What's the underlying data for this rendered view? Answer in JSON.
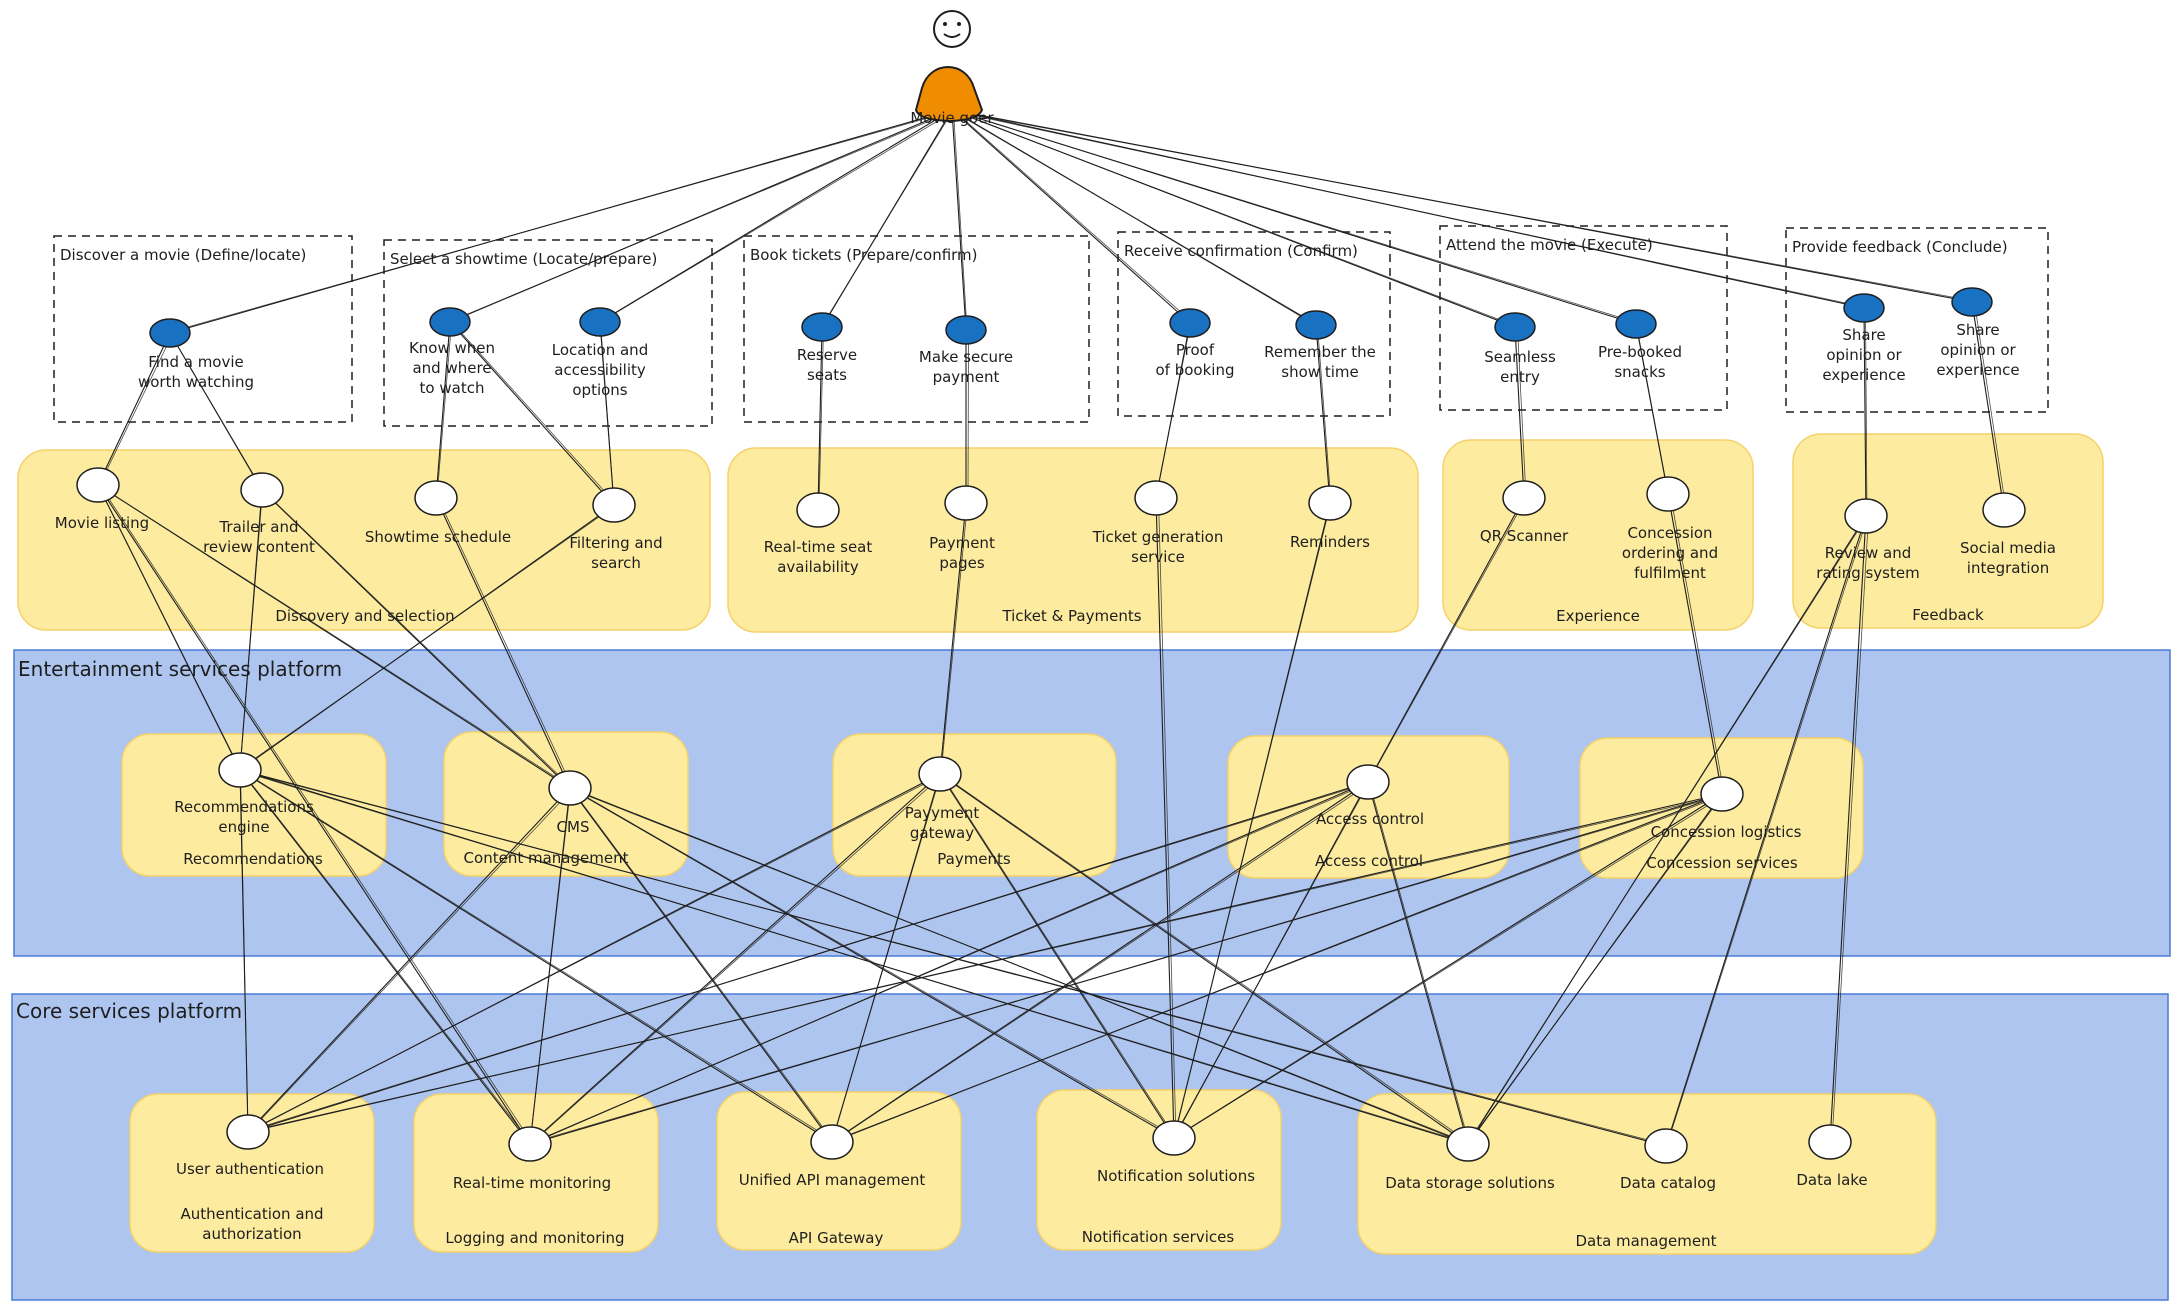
{
  "actor": {
    "label": "Movie goer"
  },
  "platforms": {
    "entertainment": "Entertainment services platform",
    "core": "Core services platform"
  },
  "journey": [
    {
      "id": "discover",
      "title": "Discover a movie (Define/locate)",
      "steps": [
        {
          "id": "find_movie",
          "label": "Find a movie\nworth watching"
        }
      ]
    },
    {
      "id": "showtime",
      "title": "Select a showtime (Locate/prepare)",
      "steps": [
        {
          "id": "know_when",
          "label": "Know when\nand where\nto watch"
        },
        {
          "id": "location_access",
          "label": "Location and\naccessibility\noptions"
        }
      ]
    },
    {
      "id": "book",
      "title": "Book tickets (Prepare/confirm)",
      "steps": [
        {
          "id": "reserve",
          "label": "Reserve\nseats"
        },
        {
          "id": "secure_pay",
          "label": "Make secure\npayment"
        }
      ]
    },
    {
      "id": "confirm",
      "title": "Receive confirmation (Confirm)",
      "steps": [
        {
          "id": "proof",
          "label": "Proof\nof booking"
        },
        {
          "id": "remember",
          "label": "Remember the\nshow time"
        }
      ]
    },
    {
      "id": "attend",
      "title": "Attend the movie (Execute)",
      "steps": [
        {
          "id": "seamless",
          "label": "Seamless\nentry"
        },
        {
          "id": "prebooked",
          "label": "Pre-booked\nsnacks"
        }
      ]
    },
    {
      "id": "feedback",
      "title": "Provide feedback (Conclude)",
      "steps": [
        {
          "id": "share1",
          "label": "Share\nopinion or\nexperience"
        },
        {
          "id": "share2",
          "label": "Share\nopinion or\nexperience"
        }
      ]
    }
  ],
  "capability_groups": [
    {
      "id": "discovery",
      "label": "Discovery and selection",
      "items": [
        {
          "id": "movie_listing",
          "label": "Movie listing"
        },
        {
          "id": "trailer",
          "label": "Trailer and\nreview content"
        },
        {
          "id": "showtime_schedule",
          "label": "Showtime schedule"
        },
        {
          "id": "filtering",
          "label": "Filtering and\nsearch"
        }
      ]
    },
    {
      "id": "tickets",
      "label": "Ticket & Payments",
      "items": [
        {
          "id": "seat_avail",
          "label": "Real-time seat\navailability"
        },
        {
          "id": "payment_pages",
          "label": "Payment\npages"
        },
        {
          "id": "ticket_gen",
          "label": "Ticket generation\nservice"
        },
        {
          "id": "reminders",
          "label": "Reminders"
        }
      ]
    },
    {
      "id": "experience",
      "label": "Experience",
      "items": [
        {
          "id": "qr",
          "label": "QR Scanner"
        },
        {
          "id": "concession_order",
          "label": "Concession\nordering and\nfulfilment"
        }
      ]
    },
    {
      "id": "feedback_grp",
      "label": "Feedback",
      "items": [
        {
          "id": "review",
          "label": "Review and\nrating system"
        },
        {
          "id": "social",
          "label": "Social media\nintegration"
        }
      ]
    }
  ],
  "entertainment_services": [
    {
      "id": "recommendations",
      "label": "Recommendations",
      "node": {
        "id": "rec_engine",
        "label": "Recommendations\nengine"
      }
    },
    {
      "id": "content",
      "label": "Content management",
      "node": {
        "id": "cms",
        "label": "CMS"
      }
    },
    {
      "id": "payments",
      "label": "Payments",
      "node": {
        "id": "pay_gw",
        "label": "Payyment\ngateway"
      }
    },
    {
      "id": "access",
      "label": "Access control",
      "node": {
        "id": "access_ctrl",
        "label": "Access control"
      }
    },
    {
      "id": "concession",
      "label": "Concession services",
      "node": {
        "id": "conc_logistics",
        "label": "Concession logistics"
      }
    }
  ],
  "core_services": [
    {
      "id": "auth",
      "label": "Authentication and\nauthorization",
      "nodes": [
        {
          "id": "user_auth",
          "label": "User authentication"
        }
      ]
    },
    {
      "id": "logging",
      "label": "Logging and monitoring",
      "nodes": [
        {
          "id": "rt_monitor",
          "label": "Real-time monitoring"
        }
      ]
    },
    {
      "id": "api",
      "label": "API Gateway",
      "nodes": [
        {
          "id": "unified_api",
          "label": "Unified API management"
        }
      ]
    },
    {
      "id": "notify",
      "label": "Notification services",
      "nodes": [
        {
          "id": "notif_sol",
          "label": "Notification solutions"
        }
      ]
    },
    {
      "id": "data",
      "label": "Data management",
      "nodes": [
        {
          "id": "data_storage",
          "label": "Data storage solutions"
        },
        {
          "id": "data_catalog",
          "label": "Data catalog"
        },
        {
          "id": "data_lake",
          "label": "Data lake"
        }
      ]
    }
  ],
  "connections": [
    [
      "actor",
      "find_movie"
    ],
    [
      "actor",
      "know_when"
    ],
    [
      "actor",
      "location_access"
    ],
    [
      "actor",
      "reserve"
    ],
    [
      "actor",
      "secure_pay"
    ],
    [
      "actor",
      "proof"
    ],
    [
      "actor",
      "remember"
    ],
    [
      "actor",
      "seamless"
    ],
    [
      "actor",
      "prebooked"
    ],
    [
      "actor",
      "share1"
    ],
    [
      "actor",
      "share2"
    ],
    [
      "find_movie",
      "movie_listing"
    ],
    [
      "find_movie",
      "trailer"
    ],
    [
      "know_when",
      "showtime_schedule"
    ],
    [
      "know_when",
      "filtering"
    ],
    [
      "location_access",
      "filtering"
    ],
    [
      "reserve",
      "seat_avail"
    ],
    [
      "secure_pay",
      "payment_pages"
    ],
    [
      "proof",
      "ticket_gen"
    ],
    [
      "remember",
      "reminders"
    ],
    [
      "seamless",
      "qr"
    ],
    [
      "prebooked",
      "concession_order"
    ],
    [
      "share1",
      "review"
    ],
    [
      "share2",
      "social"
    ],
    [
      "movie_listing",
      "rec_engine"
    ],
    [
      "movie_listing",
      "cms"
    ],
    [
      "movie_listing",
      "rt_monitor"
    ],
    [
      "trailer",
      "rec_engine"
    ],
    [
      "trailer",
      "cms"
    ],
    [
      "showtime_schedule",
      "cms"
    ],
    [
      "filtering",
      "rec_engine"
    ],
    [
      "payment_pages",
      "pay_gw"
    ],
    [
      "ticket_gen",
      "notif_sol"
    ],
    [
      "reminders",
      "notif_sol"
    ],
    [
      "qr",
      "access_ctrl"
    ],
    [
      "concession_order",
      "conc_logistics"
    ],
    [
      "review",
      "data_storage"
    ],
    [
      "review",
      "data_catalog"
    ],
    [
      "review",
      "data_lake"
    ],
    [
      "rec_engine",
      "user_auth"
    ],
    [
      "rec_engine",
      "rt_monitor"
    ],
    [
      "rec_engine",
      "unified_api"
    ],
    [
      "rec_engine",
      "data_storage"
    ],
    [
      "rec_engine",
      "data_catalog"
    ],
    [
      "cms",
      "user_auth"
    ],
    [
      "cms",
      "rt_monitor"
    ],
    [
      "cms",
      "unified_api"
    ],
    [
      "cms",
      "notif_sol"
    ],
    [
      "cms",
      "data_storage"
    ],
    [
      "pay_gw",
      "user_auth"
    ],
    [
      "pay_gw",
      "rt_monitor"
    ],
    [
      "pay_gw",
      "unified_api"
    ],
    [
      "pay_gw",
      "notif_sol"
    ],
    [
      "pay_gw",
      "data_storage"
    ],
    [
      "access_ctrl",
      "user_auth"
    ],
    [
      "access_ctrl",
      "rt_monitor"
    ],
    [
      "access_ctrl",
      "unified_api"
    ],
    [
      "access_ctrl",
      "notif_sol"
    ],
    [
      "access_ctrl",
      "data_storage"
    ],
    [
      "conc_logistics",
      "user_auth"
    ],
    [
      "conc_logistics",
      "rt_monitor"
    ],
    [
      "conc_logistics",
      "unified_api"
    ],
    [
      "conc_logistics",
      "notif_sol"
    ],
    [
      "conc_logistics",
      "data_storage"
    ]
  ]
}
